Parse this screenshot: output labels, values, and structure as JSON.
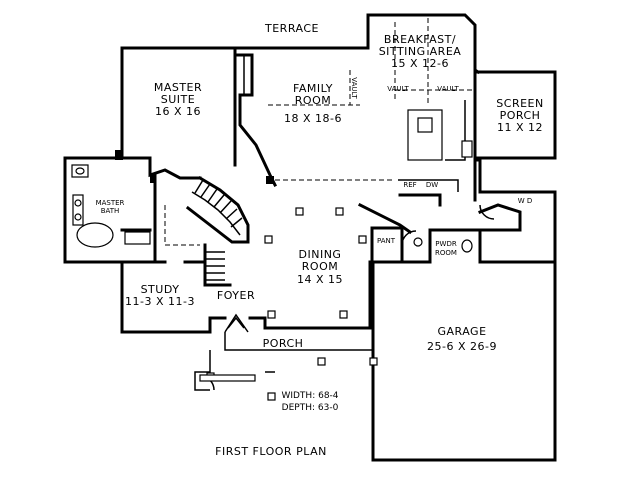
{
  "rooms": {
    "terrace": {
      "name": "TERRACE"
    },
    "breakfast": {
      "name_line1": "BREAKFAST/",
      "name_line2": "SITTING AREA",
      "size": "15 X 12-6"
    },
    "vault_left": "VAULT",
    "vault_right": "VAULT",
    "vault_vertical": "VAULT",
    "master_suite": {
      "name_line1": "MASTER",
      "name_line2": "SUITE",
      "size": "16 X 16"
    },
    "family_room": {
      "name_line1": "FAMILY",
      "name_line2": "ROOM",
      "size": "18 X 18-6"
    },
    "screen_porch": {
      "name_line1": "SCREEN",
      "name_line2": "PORCH",
      "size": "11 X 12"
    },
    "master_bath": {
      "name_line1": "MASTER",
      "name_line2": "BATH"
    },
    "ref": "REF",
    "dw": "DW",
    "dining_room": {
      "name_line1": "DINING",
      "name_line2": "ROOM",
      "size": "14 X 15"
    },
    "pantry": "PANT",
    "powder_room": {
      "name_line1": "PWDR",
      "name_line2": "ROOM"
    },
    "laundry": "W D",
    "study": {
      "name": "STUDY",
      "size": "11-3 X 11-3"
    },
    "foyer": {
      "name": "FOYER"
    },
    "garage": {
      "name": "GARAGE",
      "size": "25-6 X 26-9"
    },
    "porch": {
      "name": "PORCH"
    }
  },
  "dimensions": {
    "width": "WIDTH: 68-4",
    "depth": "DEPTH: 63-0"
  },
  "plan_title": "FIRST FLOOR PLAN"
}
